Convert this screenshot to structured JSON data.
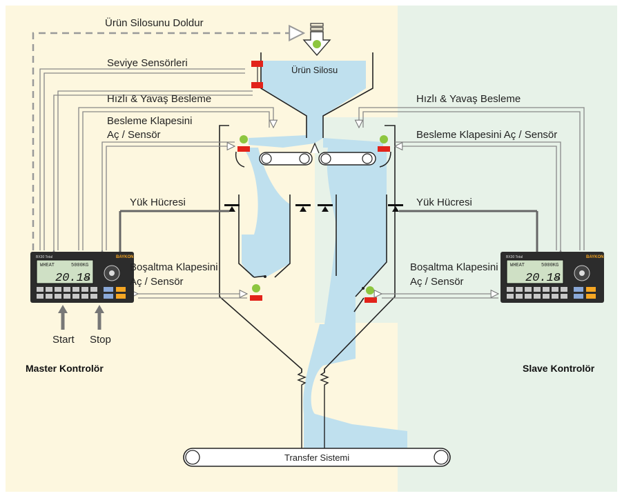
{
  "labels": {
    "fill_silo": "Ürün Silosunu Doldur",
    "level_sensors": "Seviye Sensörleri",
    "product_silo": "Ürün Silosu",
    "fast_slow_feed_left": "Hızlı & Yavaş Besleme",
    "feed_gate_left_line1": "Besleme Klapesini",
    "feed_gate_left_line2": "Aç / Sensör",
    "fast_slow_feed_right": "Hızlı & Yavaş Besleme",
    "feed_gate_right": "Besleme Klapesini Aç / Sensör",
    "load_cell_left": "Yük Hücresi",
    "load_cell_right": "Yük Hücresi",
    "discharge_left_line1": "Boşaltma Klapesini",
    "discharge_left_line2": "Aç / Sensör",
    "discharge_right_line1": "Boşaltma Klapesini",
    "discharge_right_line2": "Aç / Sensör",
    "start": "Start",
    "stop": "Stop",
    "master_controller": "Master Kontrolör",
    "slave_controller": "Slave Kontrolör",
    "transfer_system": "Transfer Sistemi"
  },
  "controllers": {
    "master": {
      "brand": "BAYKON",
      "model": "BX30 Total",
      "product": "WHEAT",
      "capacity": "5000KG",
      "reading": "20.18",
      "unit": "kg"
    },
    "slave": {
      "brand": "BAYKON",
      "model": "BX30 Total",
      "product": "WHEAT",
      "capacity": "5000KG",
      "reading": "20.18",
      "unit": "kg"
    }
  },
  "colors": {
    "master_bg": "#fdf7df",
    "slave_bg": "#e7f2e8",
    "product": "#bfe0ee",
    "sensor_red": "#e2231a",
    "indicator_green": "#8dc63f",
    "controller_body": "#2c2c2c",
    "lcd": "#cfe0c5"
  }
}
